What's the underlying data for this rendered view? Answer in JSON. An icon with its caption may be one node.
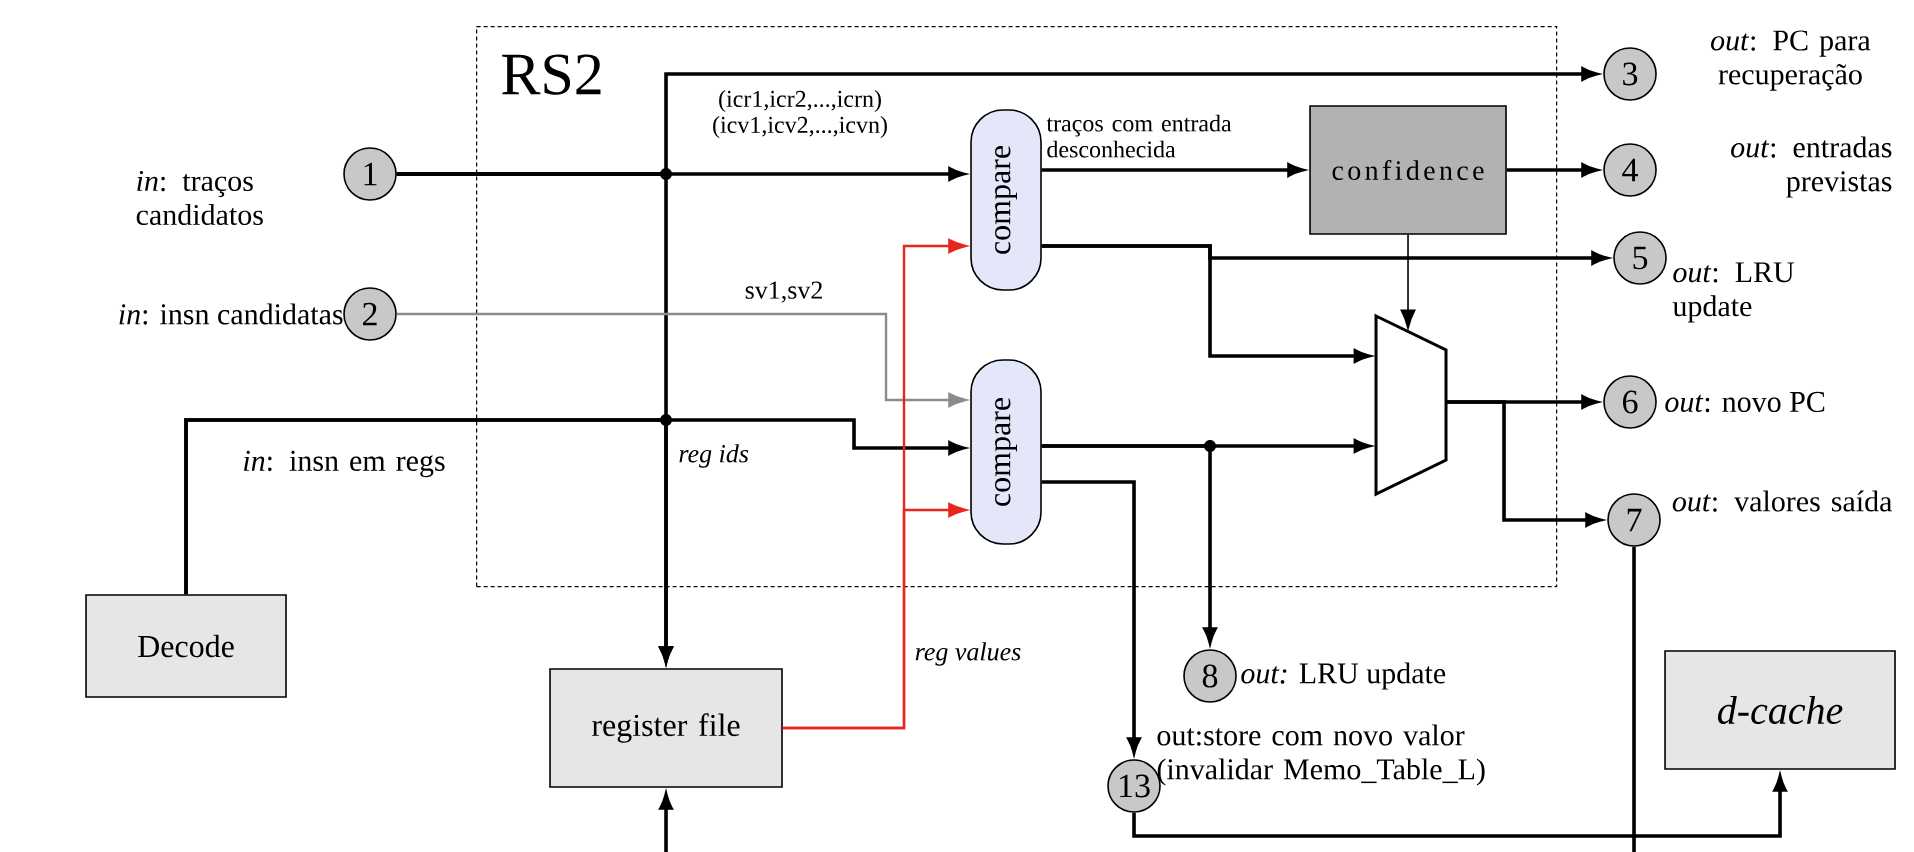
{
  "diagram": {
    "nodes": [
      {
        "text": [
          "RS2"
        ]
      },
      {
        "text": [
          "1"
        ],
        "beside": [
          "*in*: traços candidatos"
        ]
      },
      {
        "text": [
          "2"
        ],
        "beside": [
          "*in*: insn candidatas"
        ]
      },
      {
        "text": [
          "3"
        ],
        "beside": [
          "*out*: PC para recuperação"
        ]
      },
      {
        "text": [
          "4"
        ],
        "beside": [
          "*out*: entradas previstas"
        ]
      },
      {
        "text": [
          "5"
        ],
        "beside": [
          "*out*: LRU update"
        ]
      },
      {
        "text": [
          "6"
        ],
        "beside": [
          "*out*:  novo PC"
        ]
      },
      {
        "text": [
          "7"
        ],
        "beside": [
          "*out*: valores saída"
        ]
      },
      {
        "text": [
          "8"
        ],
        "beside": [
          "*out:* LRU update"
        ]
      },
      {
        "text": [
          "13"
        ],
        "beside": [
          "out:store com novo valor (invalidar Memo_Table_L)"
        ]
      },
      {
        "text": [
          "compare"
        ],
        "in": 0
      },
      {
        "text": [
          "compare"
        ],
        "in": 0
      },
      {
        "text": [
          "confidence"
        ],
        "in": 0
      },
      {
        "text": [],
        "shape": "trapezoid",
        "in": 0
      },
      {
        "text": [
          "Decode"
        ]
      },
      {
        "text": [
          "register file"
        ]
      },
      {
        "text": [
          "d-cache"
        ]
      }
    ],
    "edges": [
      {
        "from": 1,
        "to": 10,
        "arrow": "to",
        "label": "(icr1,icr2,...,icrn) (icv1,icv2,...,icvn)"
      },
      {
        "from": 1,
        "to": 3,
        "arrow": "to"
      },
      {
        "from": 1,
        "to": 15,
        "arrow": "to"
      },
      {
        "from": 14,
        "to": 11,
        "arrow": "to",
        "label": "*in*: insn em regs"
      },
      {
        "from": 14,
        "to": 15,
        "arrow": "to"
      },
      {
        "from": 2,
        "to": 11,
        "arrow": "to",
        "label": "sv1,sv2",
        "color": "#8c8c8c"
      },
      {
        "from": 15,
        "to": 10,
        "arrow": "to",
        "label": "reg values",
        "color": "#e8261e"
      },
      {
        "from": 15,
        "to": 11,
        "arrow": "to",
        "color": "#e8261e"
      },
      {
        "from": 10,
        "to": 12,
        "arrow": "to",
        "label": "traços com entrada desconhecida"
      },
      {
        "from": 12,
        "to": 4,
        "arrow": "to"
      },
      {
        "from": 12,
        "to": 13,
        "arrow": "to"
      },
      {
        "from": 10,
        "to": 5,
        "arrow": "to"
      },
      {
        "from": 10,
        "to": 13,
        "arrow": "to"
      },
      {
        "from": 11,
        "to": 13,
        "arrow": "to"
      },
      {
        "from": 11,
        "to": 8,
        "arrow": "to"
      },
      {
        "from": 11,
        "to": 9,
        "arrow": "to"
      },
      {
        "from": 13,
        "to": 6,
        "arrow": "to"
      },
      {
        "from": 13,
        "to": 7,
        "arrow": "to"
      },
      {
        "from": 9,
        "to": 16,
        "arrow": "to"
      },
      {
        "from": 7,
        "to": null,
        "arrow": "none"
      },
      {
        "from": null,
        "to": 15,
        "arrow": "to"
      }
    ],
    "labels": [
      "reg ids"
    ]
  }
}
